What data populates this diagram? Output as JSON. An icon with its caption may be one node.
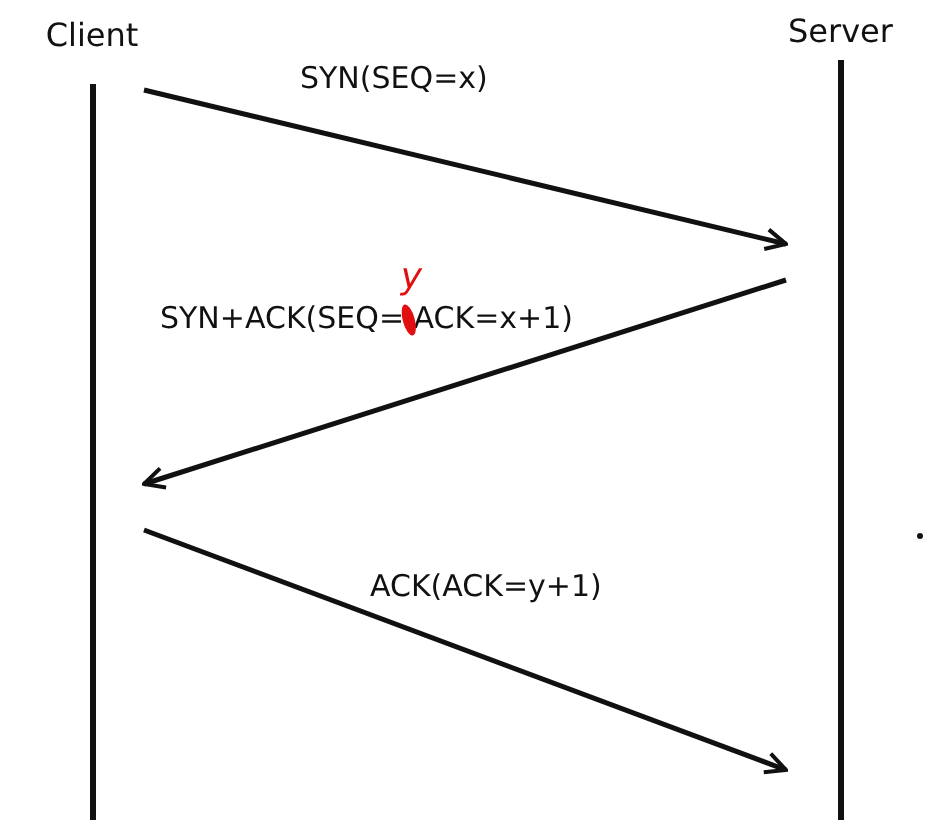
{
  "diagram": {
    "nodes": [
      {
        "text": [
          "Client"
        ]
      },
      {
        "text": [
          "Server"
        ]
      }
    ],
    "edges": [
      {
        "from": 0,
        "to": 1,
        "arrow": "to",
        "label": "SYN(SEQ=x)"
      },
      {
        "from": 1,
        "to": 0,
        "arrow": "to",
        "label": "SYN+ACK(SEQ= ACK=x+1)"
      },
      {
        "from": 0,
        "to": 1,
        "arrow": "to",
        "label": "ACK(ACK=y+1)"
      }
    ],
    "labels": [
      "y"
    ]
  }
}
